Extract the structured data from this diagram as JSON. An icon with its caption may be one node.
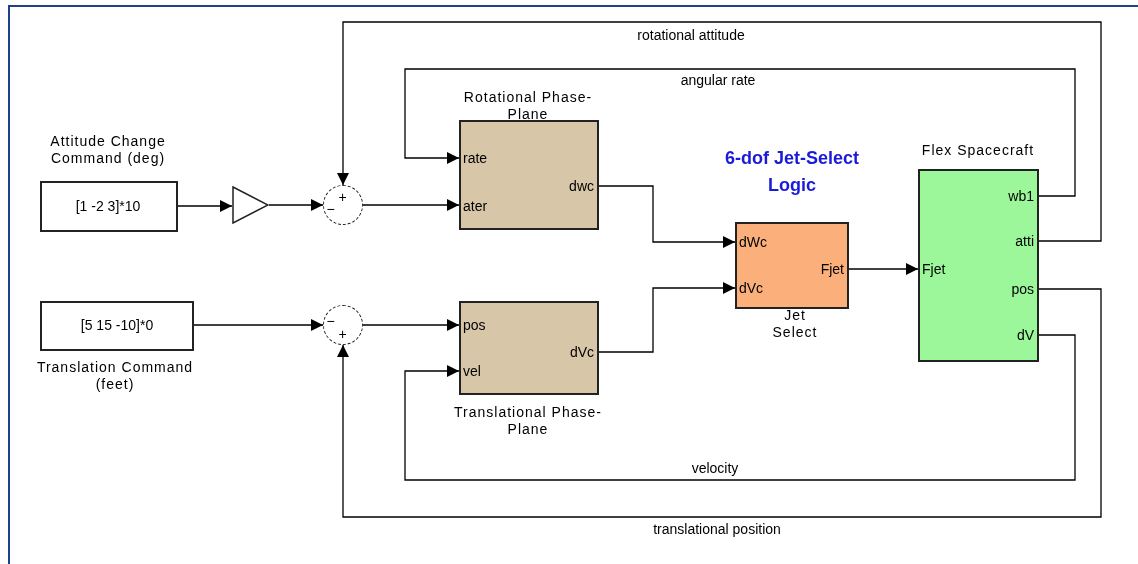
{
  "diagram": {
    "nodes": [
      {
        "text": [
          "Attitude Change Command (deg)",
          "[1  -2  3]*10"
        ]
      },
      {
        "text": [],
        "shape": "triangle"
      },
      {
        "text": [
          "+",
          "−"
        ]
      },
      {
        "text": [
          "Rotational Phase-Plane",
          "rate",
          "ater",
          "dwc"
        ]
      },
      {
        "text": [
          "[5  15  -10]*0",
          "Translation Command (feet)"
        ]
      },
      {
        "text": [
          "−",
          "+"
        ]
      },
      {
        "text": [
          "pos",
          "vel",
          "dVc",
          "Translational Phase-Plane"
        ]
      },
      {
        "text": [
          "6-dof Jet-Select Logic",
          "dWc",
          "dVc",
          "Fjet",
          "Jet Select"
        ]
      },
      {
        "text": [
          "Flex Spacecraft",
          "Fjet",
          "wb1",
          "atti",
          "pos",
          "dV"
        ]
      }
    ],
    "edges": [
      {
        "from": 0,
        "to": 1,
        "arrow": "to"
      },
      {
        "from": 1,
        "to": 2,
        "arrow": "to"
      },
      {
        "from": 2,
        "to": 3,
        "arrow": "to"
      },
      {
        "from": 8,
        "to": 2,
        "arrow": "to",
        "label": "rotational attitude"
      },
      {
        "from": 8,
        "to": 3,
        "arrow": "to",
        "label": "angular rate"
      },
      {
        "from": 3,
        "to": 7,
        "arrow": "to"
      },
      {
        "from": 4,
        "to": 5,
        "arrow": "to"
      },
      {
        "from": 5,
        "to": 6,
        "arrow": "to"
      },
      {
        "from": 6,
        "to": 7,
        "arrow": "to"
      },
      {
        "from": 7,
        "to": 8,
        "arrow": "to"
      },
      {
        "from": 8,
        "to": 6,
        "arrow": "to",
        "label": "velocity"
      },
      {
        "from": 8,
        "to": 5,
        "arrow": "to",
        "label": "translational position"
      }
    ]
  }
}
